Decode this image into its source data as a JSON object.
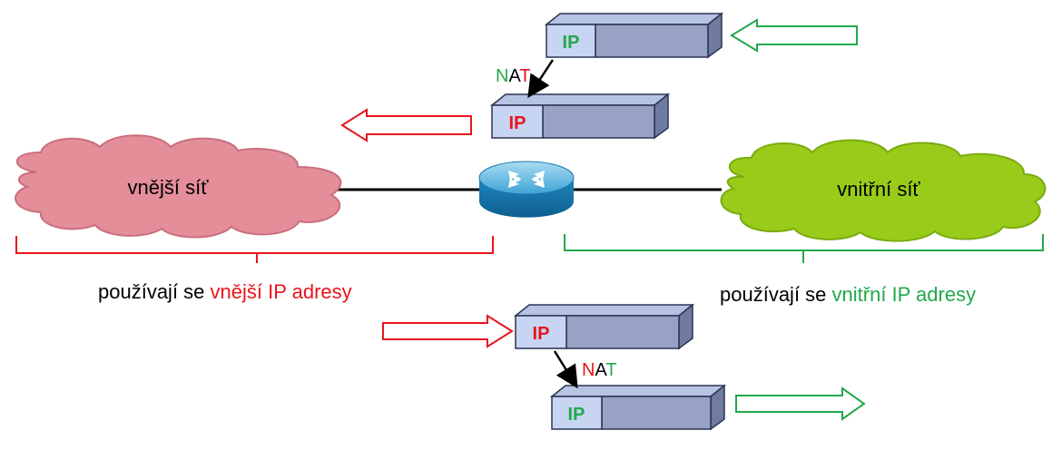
{
  "colors": {
    "red": "#e8141b",
    "green": "#22a84a",
    "black": "#000000",
    "cloud_red_fill": "#e48e9a",
    "cloud_red_stroke": "#c96f7e",
    "cloud_green_fill": "#99cc1a",
    "cloud_green_stroke": "#7aab10",
    "packet_front": "#c7d5f2",
    "packet_body": "#97a2c4",
    "packet_stroke": "#2b3552",
    "router_blue": "#1f89c1"
  },
  "clouds": {
    "outer": {
      "label": "vnější síť"
    },
    "inner": {
      "label": "vnitřní síť"
    }
  },
  "captions": {
    "outer": {
      "prefix": "používají se ",
      "highlight": "vnější IP adresy"
    },
    "inner": {
      "prefix": "používají se ",
      "highlight": "vnitřní IP adresy"
    }
  },
  "packets": {
    "top_incoming": {
      "header": "IP",
      "header_color": "green"
    },
    "top_translated": {
      "header": "IP",
      "header_color": "red"
    },
    "bottom_incoming": {
      "header": "IP",
      "header_color": "red"
    },
    "bottom_translated": {
      "header": "IP",
      "header_color": "green"
    }
  },
  "nat_labels": {
    "top": {
      "n": "N",
      "a": "A",
      "t": "T"
    },
    "bottom": {
      "n": "N",
      "a": "A",
      "t": "T"
    }
  },
  "icons": {
    "router": "router-icon",
    "arrows": [
      "hollow-arrow-left-green",
      "hollow-arrow-left-red",
      "hollow-arrow-right-red",
      "hollow-arrow-right-green"
    ]
  }
}
